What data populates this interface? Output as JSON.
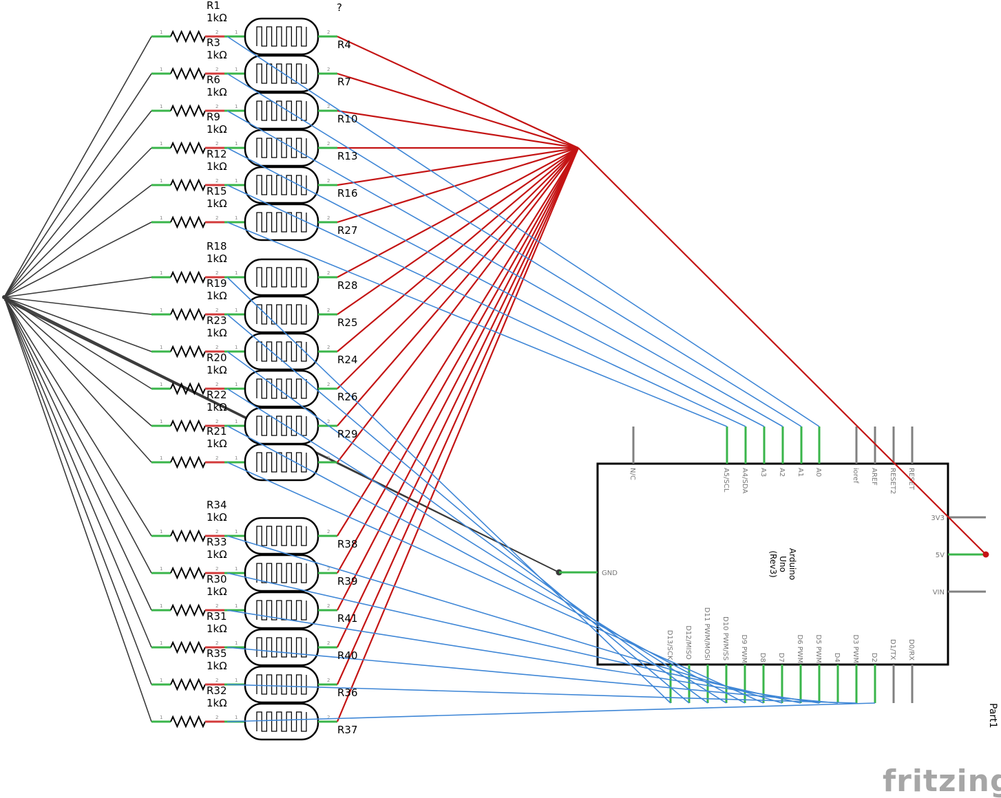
{
  "colors": {
    "wire_ground": "#3a3a3a",
    "wire_power": "#c41414",
    "wire_signal": "#3e86d6",
    "pin_green": "#39b54a",
    "pin_red": "#d23a3a",
    "arduino_outline": "#000000",
    "header_pin": "#808080",
    "watermark": "#a6a6a6"
  },
  "question_mark": "?",
  "rows": [
    {
      "r": "R1",
      "v": "1kΩ",
      "ldr": "R4"
    },
    {
      "r": "R3",
      "v": "1kΩ",
      "ldr": "R7"
    },
    {
      "r": "R6",
      "v": "1kΩ",
      "ldr": "R10"
    },
    {
      "r": "R9",
      "v": "1kΩ",
      "ldr": "R13"
    },
    {
      "r": "R12",
      "v": "1kΩ",
      "ldr": "R16"
    },
    {
      "r": "R15",
      "v": "1kΩ",
      "ldr": "R27"
    },
    {
      "r": "R18",
      "v": "1kΩ",
      "ldr": "R28"
    },
    {
      "r": "R19",
      "v": "1kΩ",
      "ldr": "R25"
    },
    {
      "r": "R23",
      "v": "1kΩ",
      "ldr": "R24"
    },
    {
      "r": "R20",
      "v": "1kΩ",
      "ldr": "R26"
    },
    {
      "r": "R22",
      "v": "1kΩ",
      "ldr": "R29"
    },
    {
      "r": "R21",
      "v": "1kΩ",
      "ldr": ""
    },
    {
      "r": "R34",
      "v": "1kΩ",
      "ldr": "R38"
    },
    {
      "r": "R33",
      "v": "1kΩ",
      "ldr": "R39"
    },
    {
      "r": "R30",
      "v": "1kΩ",
      "ldr": "R41"
    },
    {
      "r": "R31",
      "v": "1kΩ",
      "ldr": "R40"
    },
    {
      "r": "R35",
      "v": "1kΩ",
      "ldr": "R36"
    },
    {
      "r": "R32",
      "v": "1kΩ",
      "ldr": "R37"
    }
  ],
  "arduino": {
    "title_lines": [
      "Arduino",
      "Uno",
      "(Rev3)"
    ],
    "part_label": "Part1",
    "top_pins": [
      "N/C",
      "A5/SCL",
      "A4/SDA",
      "A3",
      "A2",
      "A1",
      "A0",
      "ioref",
      "AREF",
      "RESET2",
      "RESET"
    ],
    "right_pins": [
      "3V3",
      "5V",
      "VIN"
    ],
    "left_pins": [
      "GND"
    ],
    "bottom_pins": [
      "D13/SCK",
      "D12/MISO",
      "D11 PWM/MOSI",
      "D10 PWM/SS",
      "D9 PWM",
      "D8",
      "D7",
      "D6 PWM",
      "D5 PWM",
      "D4",
      "D3 PWM",
      "D2",
      "D1/TX",
      "D0/RX"
    ]
  },
  "pin_numbers": {
    "one": "1",
    "two": "2"
  },
  "watermark": "fritzing"
}
